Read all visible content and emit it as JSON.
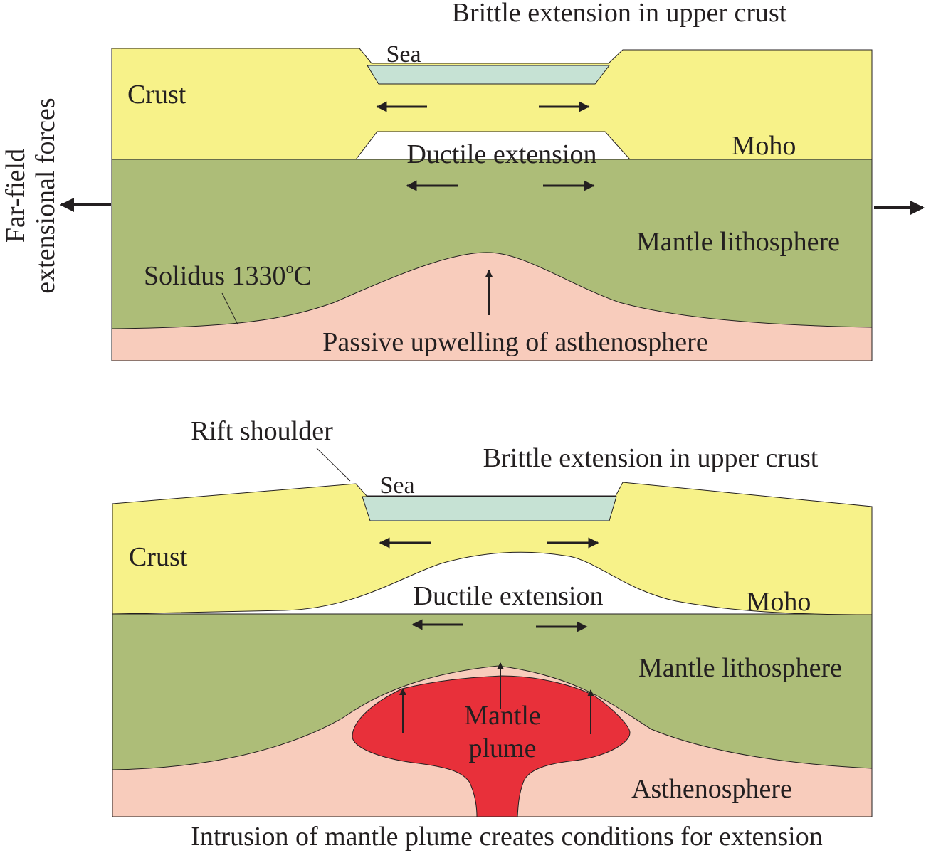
{
  "colors": {
    "crust": "#f7f289",
    "mantle": "#adbd78",
    "asthenosphere": "#f8ccbc",
    "sea": "#c6e2d4",
    "plume": "#e8303a",
    "ink": "#231f20"
  },
  "side_label": {
    "line1": "Far-field",
    "line2": "extensional forces"
  },
  "top": {
    "brittle": "Brittle extension in upper crust",
    "sea": "Sea",
    "crust": "Crust",
    "moho": "Moho",
    "ductile": "Ductile extension",
    "mantle": "Mantle lithosphere",
    "solidus": "Solidus 1330",
    "degree": "o",
    "celsius": "C",
    "caption": "Passive upwelling of asthenosphere"
  },
  "bottom": {
    "rift_shoulder": "Rift shoulder",
    "brittle": "Brittle extension in upper crust",
    "sea": "Sea",
    "crust": "Crust",
    "moho": "Moho",
    "ductile": "Ductile extension",
    "mantle": "Mantle lithosphere",
    "plume_line1": "Mantle",
    "plume_line2": "plume",
    "asthenosphere": "Asthenosphere",
    "caption": "Intrusion of mantle plume creates conditions for extension"
  }
}
